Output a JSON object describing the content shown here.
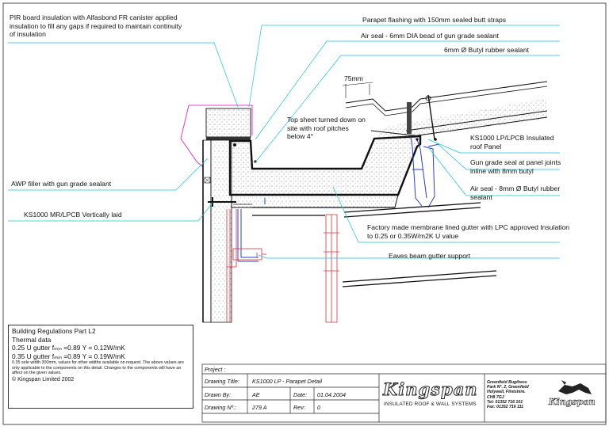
{
  "callouts": {
    "pir_board": [
      "PIR board insulation with Alfasbond FR canister applied",
      "insulation to fill any gaps if required to maintain continuity",
      "of insulation"
    ],
    "parapet_flashing": "Parapet flashing with 150mm sealed butt straps",
    "air_seal_6mm": "Air seal - 6mm DIA bead of gun grade sealant",
    "butyl_6mm": "6mm Ø Butyl rubber sealant",
    "dim_75mm": "75mm",
    "top_sheet": [
      "Top sheet turned down on",
      "site with roof pitches",
      "below 4°"
    ],
    "ks1000_lp": [
      "KS1000 LP/LPCB Insulated",
      "roof Panel"
    ],
    "gun_grade_seal": [
      "Gun grade seal at panel joints",
      "inline with 8mm butyl"
    ],
    "air_seal_8mm": [
      "Air seal - 8mm Ø Butyl rubber",
      "sealant"
    ],
    "awp_filler": "AWP filler with gun grade sealant",
    "ks1000_mr": "KS1000 MR/LPCB Vertically laid",
    "factory_gutter": [
      "Factory made membrane lined gutter with LPC approved Insulation",
      "to 0.25 or 0.35W/m2K U value"
    ],
    "eaves_beam": "Eaves beam gutter support"
  },
  "building_regs": {
    "title": "Building Regulations Part L2",
    "subtitle": "Thermal data",
    "line1": "0.25 U gutter fₘᵢₙ =0.89   Y = 0.12W/mK",
    "line2": "0.35 U gutter fₘᵢₙ =0.89   Y = 0.19W/mK",
    "note": "0.35 sole width 300mm, values for other widths available on request. The above values are only applicable to the components on this detail. Changes to the components will have an affect on the given values.",
    "copyright": "© Kingspan  Limited  2002"
  },
  "title_block": {
    "project_label": "Project :",
    "drawing_title_label": "Drawing Title:",
    "drawing_title": "KS1000 LP - Parapet Detail",
    "drawn_by_label": "Drawn By:",
    "drawn_by": "AE",
    "date_label": "Date:",
    "date": "01.04.2004",
    "drawing_no_label": "Drawing Nº.:",
    "drawing_no": "279 A",
    "rev_label": "Rev:",
    "rev": "0",
    "company": "Kingspan",
    "company_sub": "INSULATED ROOF & WALL SYSTEMS",
    "address": [
      "Greenfield Bugthess",
      "Park Nº. 2, Greenfield",
      "Holywell, Flintshire.",
      "CH8 7GJ",
      "Tel: 01352 716 101",
      "Fax: 01352 716 111"
    ],
    "logo2": "Kingspan"
  },
  "colors": {
    "cyan": "#19c4d8",
    "magenta": "#e03cd0",
    "blue": "#2a3fd6",
    "red": "#e0303a",
    "black": "#111111"
  }
}
